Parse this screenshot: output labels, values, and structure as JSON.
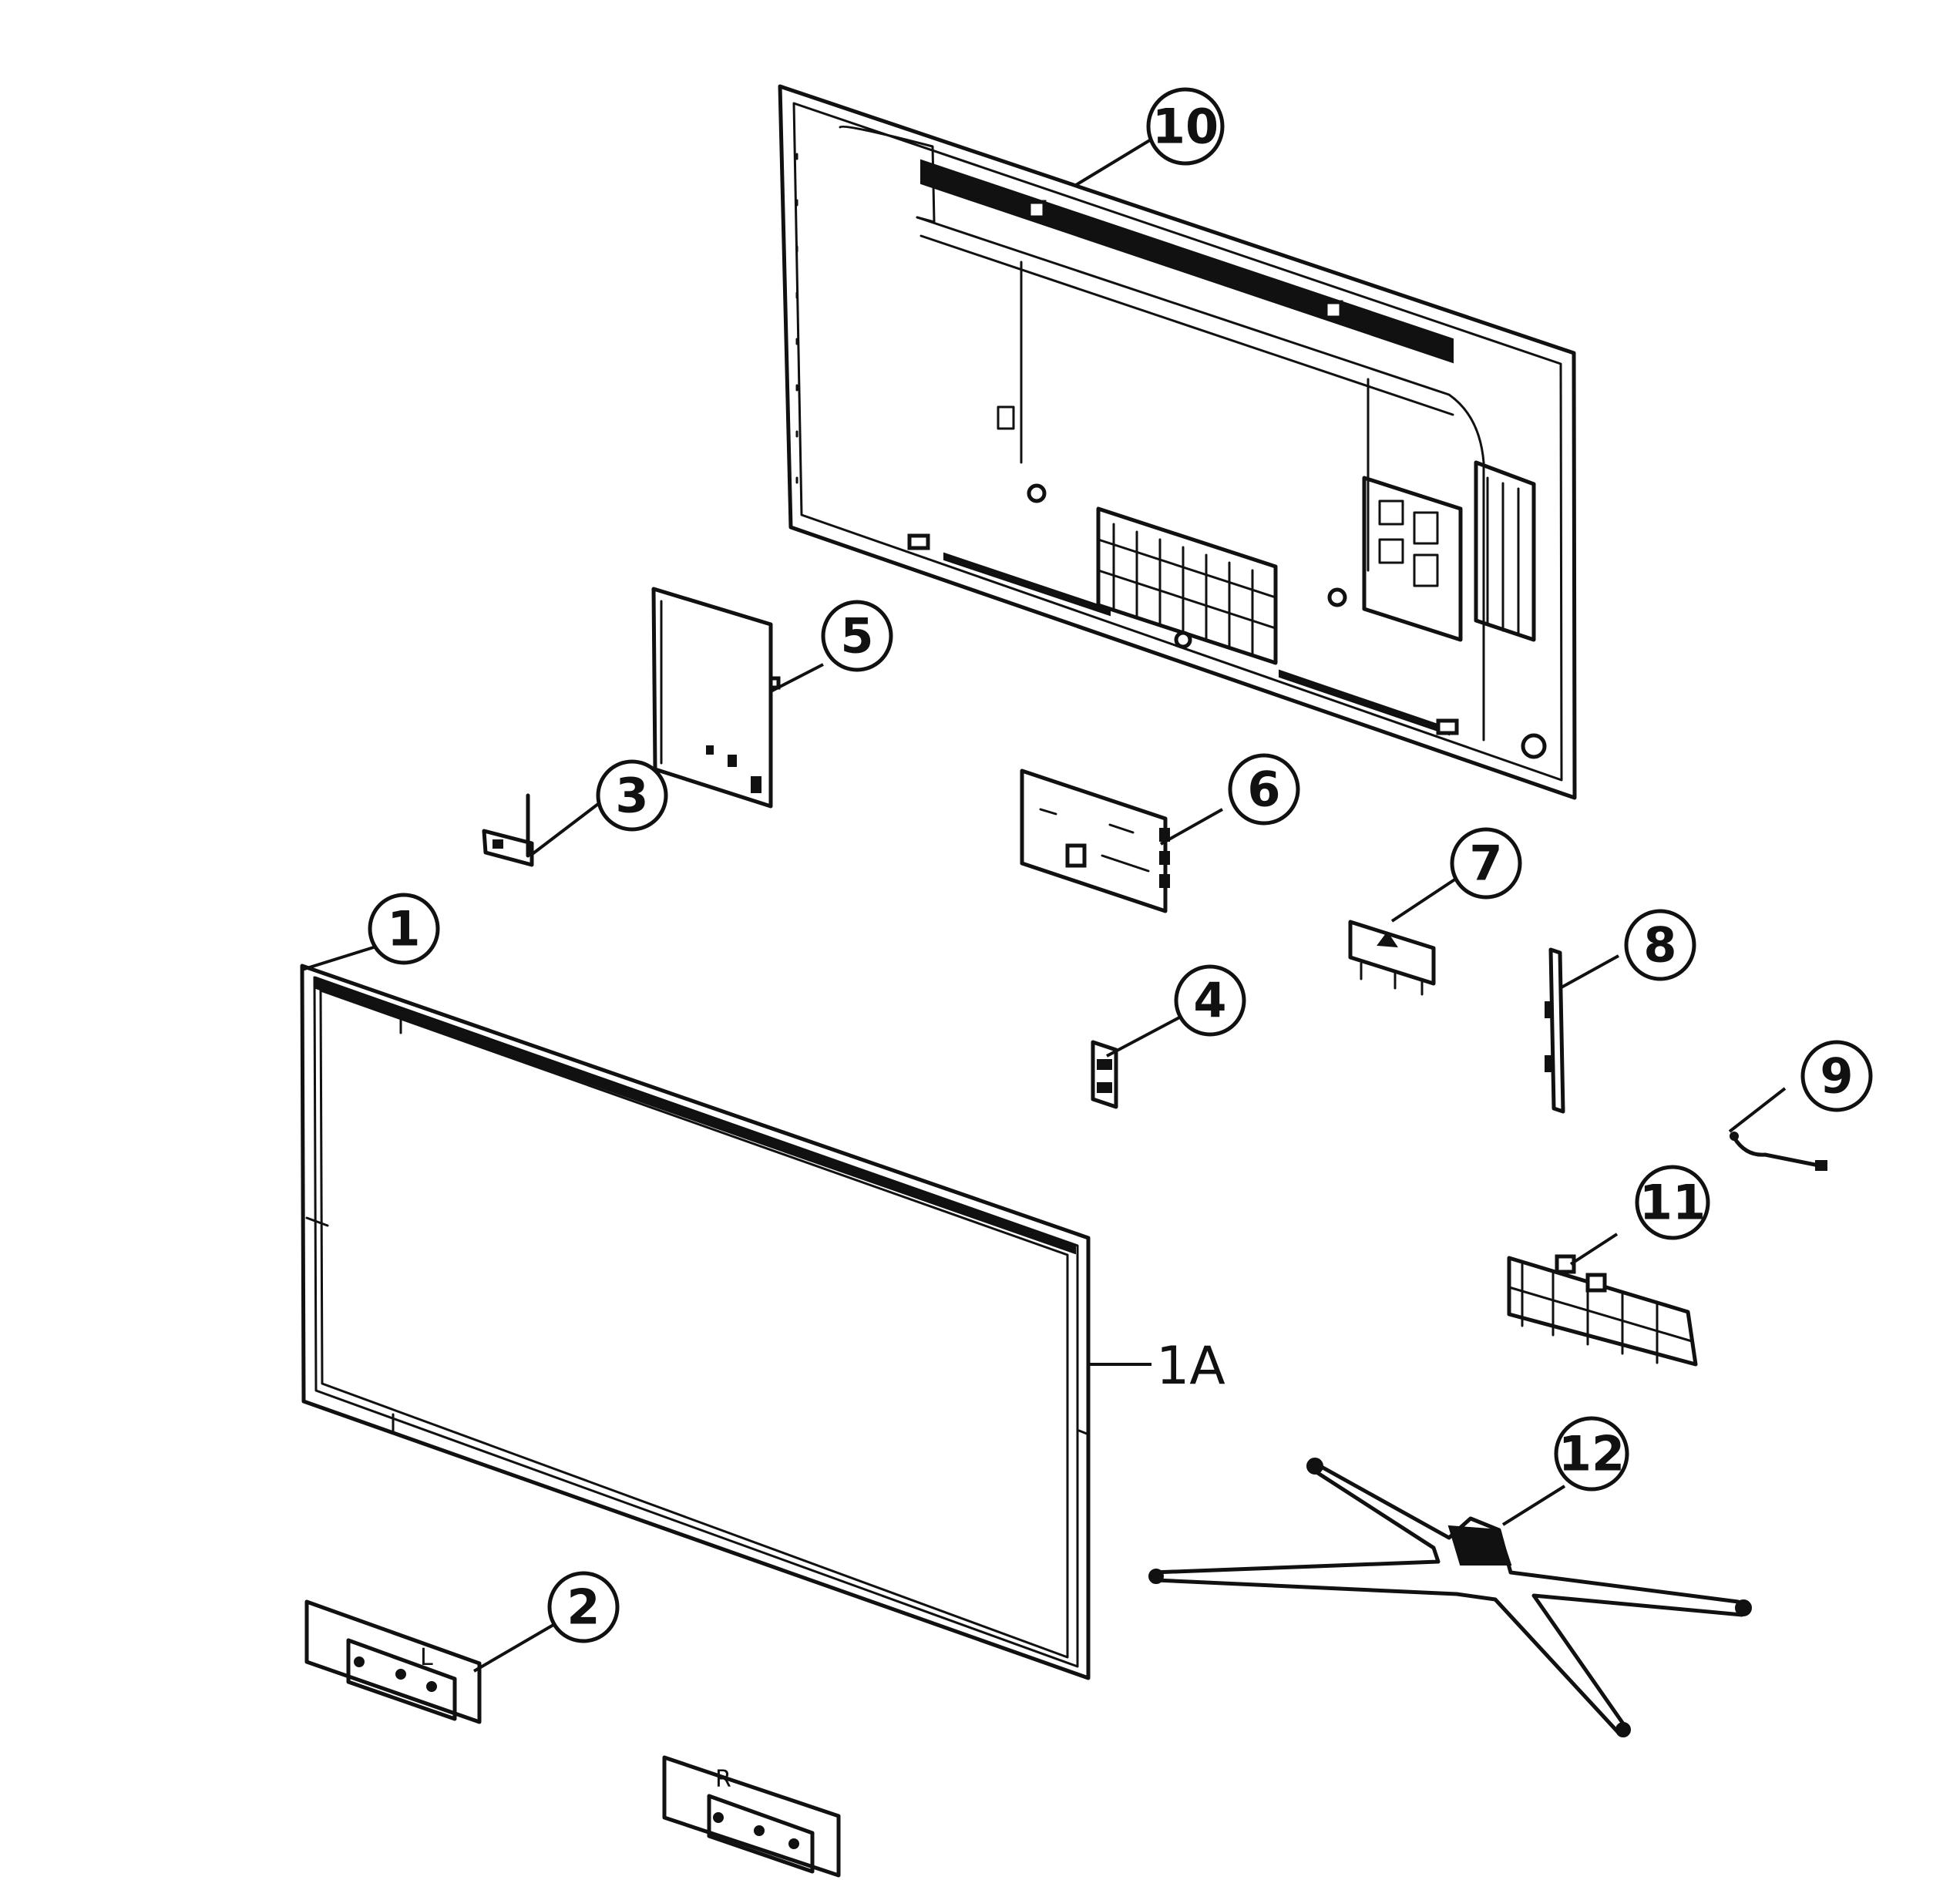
{
  "callouts": [
    {
      "id": "1",
      "label": "1"
    },
    {
      "id": "2",
      "label": "2"
    },
    {
      "id": "3",
      "label": "3"
    },
    {
      "id": "4",
      "label": "4"
    },
    {
      "id": "5",
      "label": "5"
    },
    {
      "id": "6",
      "label": "6"
    },
    {
      "id": "7",
      "label": "7"
    },
    {
      "id": "8",
      "label": "8"
    },
    {
      "id": "9",
      "label": "9"
    },
    {
      "id": "10",
      "label": "10"
    },
    {
      "id": "11",
      "label": "11"
    },
    {
      "id": "12",
      "label": "12"
    }
  ],
  "labels": {
    "panel_1a": "1A",
    "bracket_left_mark": "L",
    "bracket_right_mark": "R"
  }
}
